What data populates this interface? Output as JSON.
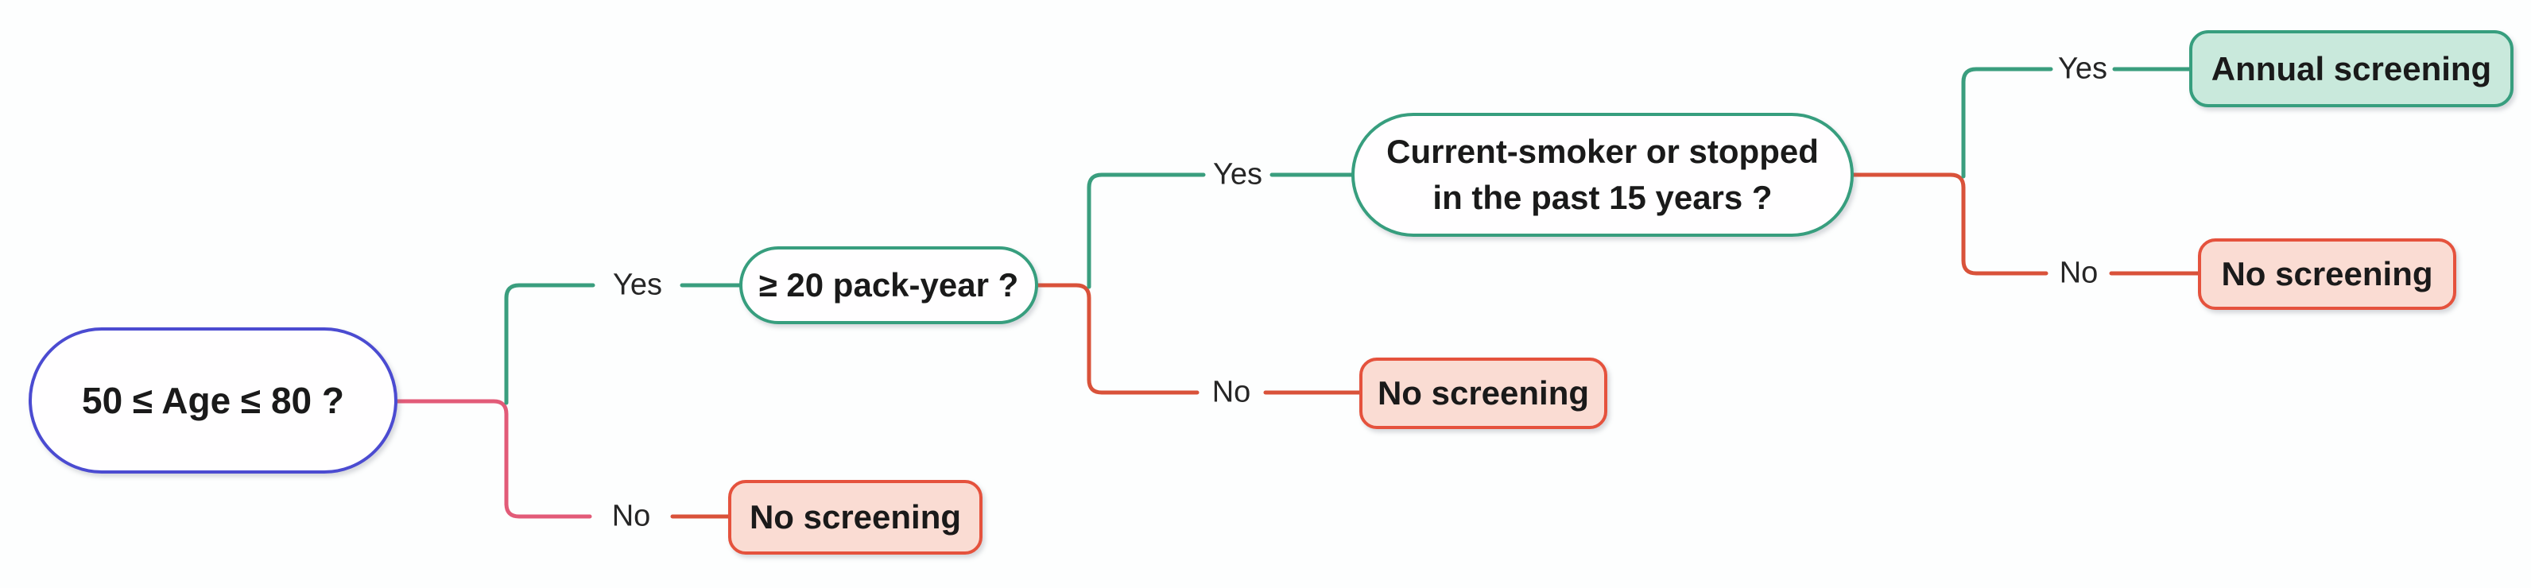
{
  "diagram": {
    "title_hint": "lung-cancer-screening-decision-tree",
    "nodes": {
      "root": {
        "label": "50 ≤ Age ≤ 80 ?"
      },
      "pack_year": {
        "label": "≥ 20 pack-year ?"
      },
      "smoker": {
        "line1": "Current-smoker or stopped",
        "line2": "in the past 15 years ?"
      },
      "annual": {
        "label": "Annual screening"
      },
      "no_screening_top": {
        "label": "No screening"
      },
      "no_screening_mid": {
        "label": "No screening"
      },
      "no_screening_bottom": {
        "label": "No screening"
      }
    },
    "branch_labels": {
      "yes1": "Yes",
      "no1": "No",
      "yes2": "Yes",
      "no2": "No",
      "yes3": "Yes",
      "no3": "No"
    }
  },
  "colors": {
    "root_border": "#4b4bd1",
    "question_border": "#379e7e",
    "annual_fill": "#c9e9dc",
    "annual_border": "#379e7e",
    "reject_fill": "#fadcd3",
    "reject_border": "#e5523d",
    "edge_green": "#3a9e7e",
    "edge_pink": "#e25b78",
    "edge_red": "#d9523a",
    "text": "#1a1a1a",
    "label_text": "#262626",
    "background": "#fdfefe"
  }
}
